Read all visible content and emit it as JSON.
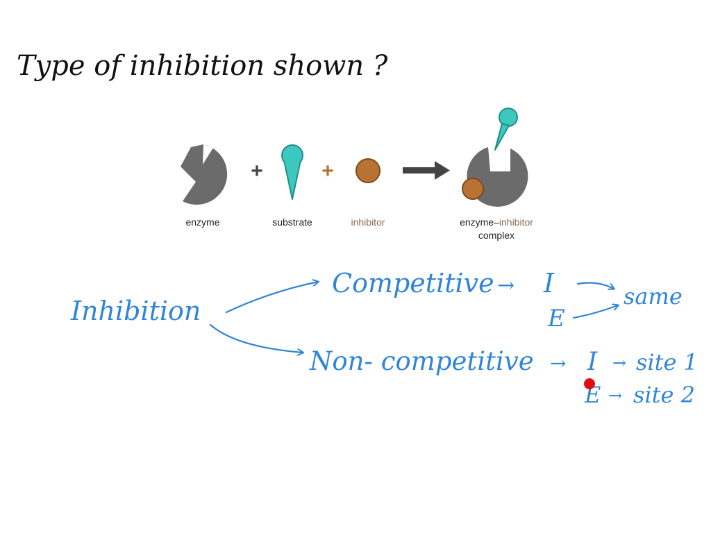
{
  "question": "Type of inhibition shown ?",
  "colors": {
    "enzyme": "#6b6b6b",
    "substrate": "#3cc8bf",
    "substrate_outline": "#1f8f88",
    "inhibitor": "#b87333",
    "inhibitor_outline": "#7a4a1c",
    "ink_blue": "#2f86d8",
    "ink_black": "#111111",
    "pointer": "#e01010"
  },
  "figure": {
    "labels": {
      "enzyme": "enzyme",
      "substrate": "substrate",
      "inhibitor": "inhibitor",
      "complex_part1": "enzyme",
      "complex_dash": "–",
      "complex_part2": "inhibitor",
      "complex_line2": "complex"
    },
    "plus_sign": "+",
    "icons": [
      "enzyme-shape",
      "substrate-shape",
      "inhibitor-shape",
      "reaction-arrow",
      "enzyme-inhibitor-complex-shape"
    ]
  },
  "notes": {
    "root": "Inhibition",
    "competitive": {
      "label": "Competitive",
      "arrow": "→",
      "i": "I",
      "e": "E",
      "result": "same"
    },
    "noncompetitive": {
      "label": "Non- competitive",
      "arrow": "→",
      "i": "I",
      "i_arrow": "→",
      "i_site": "site 1",
      "e": "E",
      "e_arrow": "→",
      "e_site": "site 2"
    }
  }
}
